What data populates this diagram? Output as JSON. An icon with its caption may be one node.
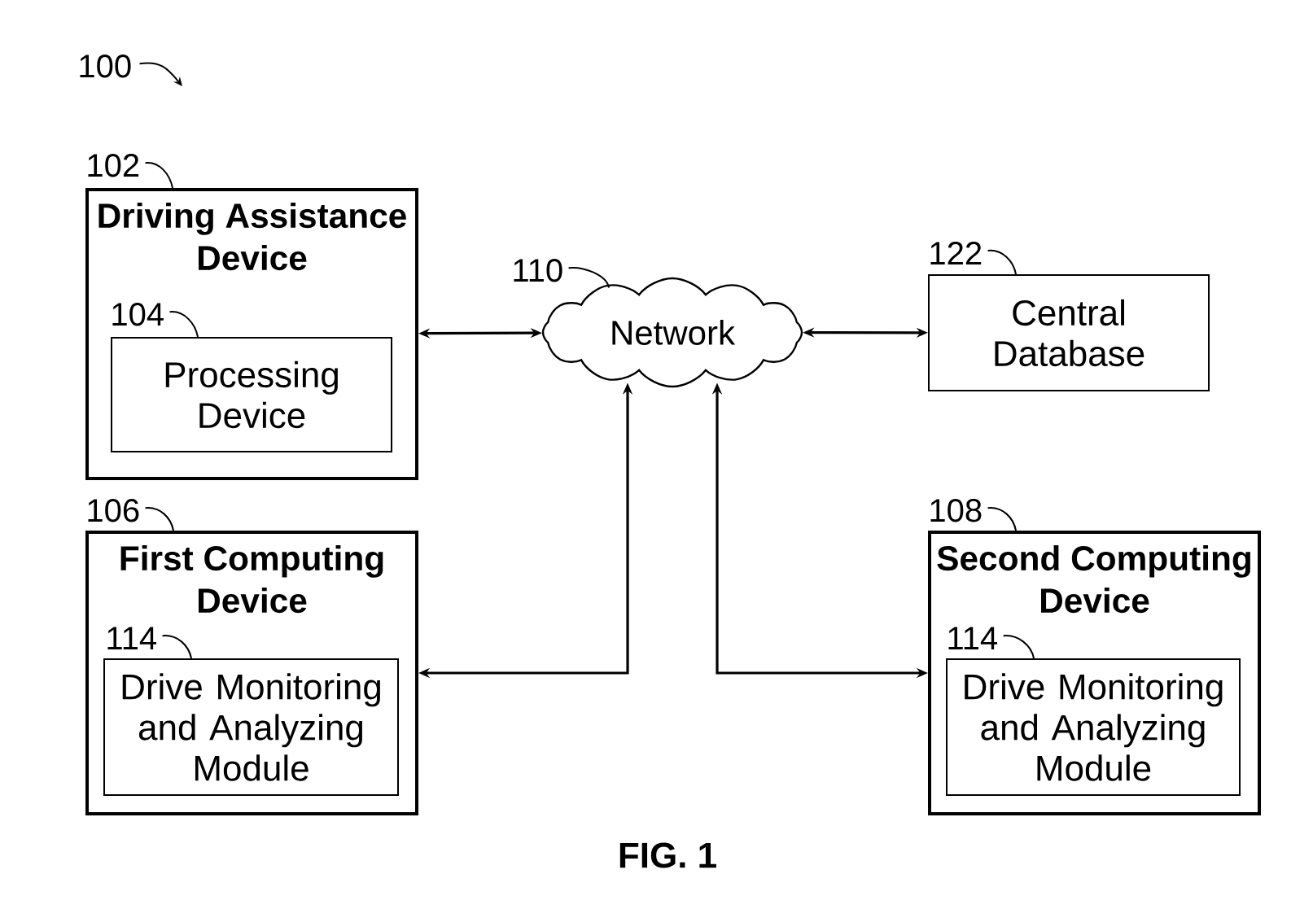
{
  "diagram": {
    "caption": "FIG. 1",
    "nodes": [
      {
        "text": [
          "100"
        ]
      },
      {
        "text": [
          "102"
        ]
      },
      {
        "text": [
          "Driving Assistance Device"
        ]
      },
      {
        "text": [
          "104"
        ],
        "in": 2
      },
      {
        "text": [
          "Processing Device"
        ],
        "in": 2
      },
      {
        "text": [
          "110"
        ]
      },
      {
        "text": [
          "Network"
        ]
      },
      {
        "text": [
          "122"
        ]
      },
      {
        "text": [
          "Central Database"
        ]
      },
      {
        "text": [
          "106"
        ]
      },
      {
        "text": [
          "First Computing Device"
        ]
      },
      {
        "text": [
          "114"
        ],
        "in": 10
      },
      {
        "text": [
          "Drive Monitoring and Analyzing Module"
        ],
        "in": 10
      },
      {
        "text": [
          "108"
        ]
      },
      {
        "text": [
          "Second Computing Device"
        ]
      },
      {
        "text": [
          "114"
        ],
        "in": 14
      },
      {
        "text": [
          "Drive Monitoring and Analyzing Module"
        ],
        "in": 14
      }
    ],
    "edges": [
      {
        "from": 2,
        "to": 6,
        "arrow": "both"
      },
      {
        "from": 6,
        "to": 8,
        "arrow": "both"
      },
      {
        "from": 10,
        "to": 6,
        "arrow": "both"
      },
      {
        "from": 6,
        "to": 14,
        "arrow": "both"
      },
      {
        "from": 0,
        "to": null,
        "arrow": "to"
      },
      {
        "from": 1,
        "to": 2,
        "arrow": "none"
      },
      {
        "from": 3,
        "to": 4,
        "arrow": "none"
      },
      {
        "from": 5,
        "to": 6,
        "arrow": "none"
      },
      {
        "from": 7,
        "to": 8,
        "arrow": "none"
      },
      {
        "from": 9,
        "to": 10,
        "arrow": "none"
      },
      {
        "from": 11,
        "to": 12,
        "arrow": "none"
      },
      {
        "from": 13,
        "to": 14,
        "arrow": "none"
      },
      {
        "from": 15,
        "to": 16,
        "arrow": "none"
      }
    ]
  }
}
